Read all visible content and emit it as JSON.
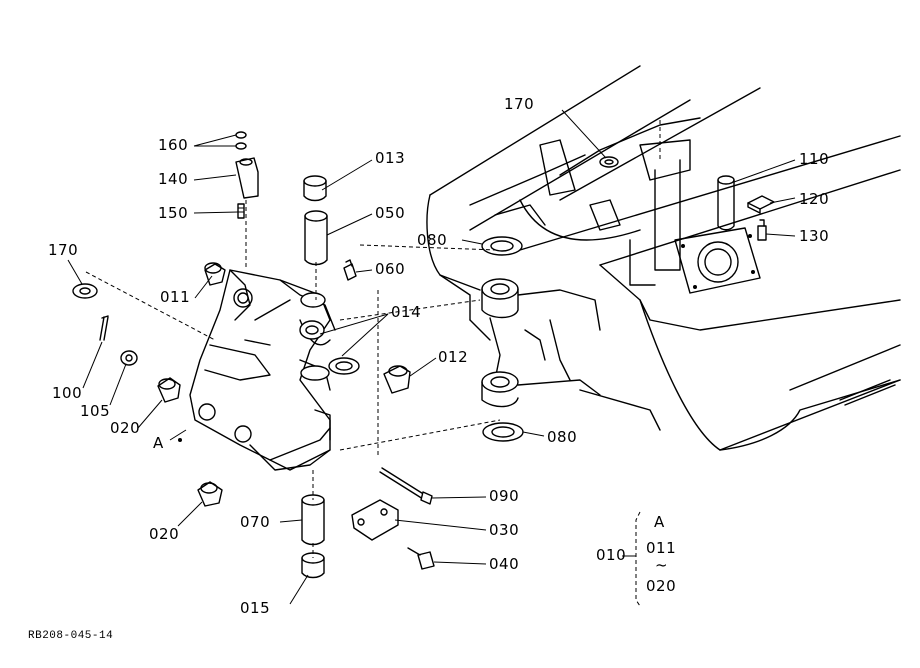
{
  "drawing_code": "RB208-045-14",
  "callouts": {
    "p160": "160",
    "p140": "140",
    "p150": "150",
    "p013": "013",
    "p050": "050",
    "p060": "060",
    "p014": "014",
    "p012": "012",
    "p170_left": "170",
    "p011": "011",
    "p100": "100",
    "p105": "105",
    "p020_a": "020",
    "pA": "A",
    "p020_b": "020",
    "p070": "070",
    "p015": "015",
    "p090": "090",
    "p030": "030",
    "p040": "040",
    "p170_top": "170",
    "p080_top": "080",
    "p080_bot": "080",
    "p110": "110",
    "p120": "120",
    "p130": "130"
  },
  "legend": {
    "group": "010",
    "first": "A",
    "from": "011",
    "range_mark": "~",
    "to": "020"
  }
}
